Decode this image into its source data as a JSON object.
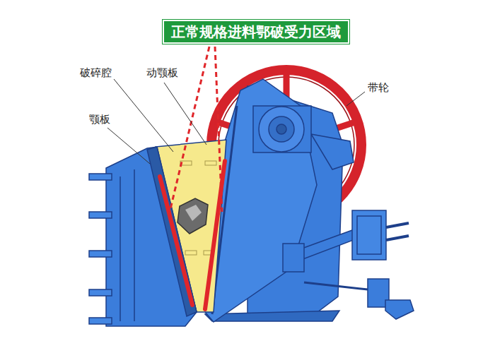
{
  "diagram": {
    "nodes": [
      {
        "text": [
          "正常规格进料鄂破受力区域"
        ]
      }
    ],
    "edges": [],
    "labels": [
      "破碎腔",
      "动颚板",
      "颚板",
      "带轮"
    ]
  }
}
